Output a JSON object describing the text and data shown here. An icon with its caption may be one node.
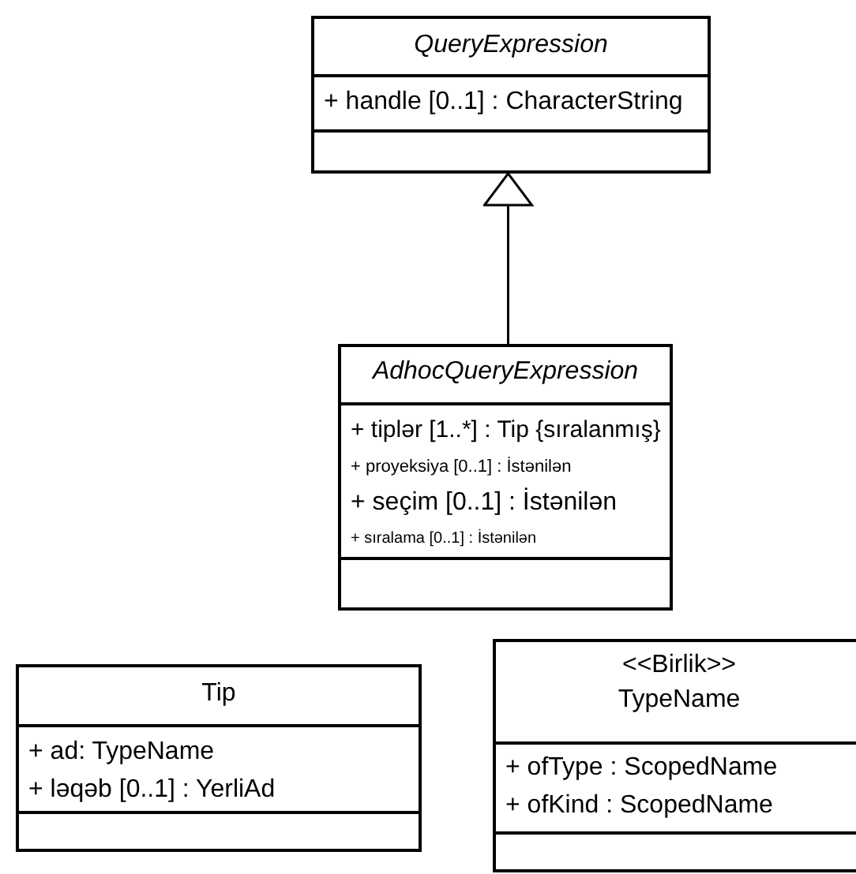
{
  "diagram": {
    "nodes": [
      {
        "text": [
          "QueryExpression",
          "+ handle [0..1] : CharacterString"
        ]
      },
      {
        "text": [
          "AdhocQueryExpression",
          "+ tiplər [1..*] : Tip {sıralanmış}",
          "+ proyeksiya [0..1] : İstənilən",
          "+ seçim [0..1] : İstənilən",
          "+ sıralama [0..1] : İstənilən"
        ]
      },
      {
        "text": [
          "Tip",
          "+ ad: TypeName",
          "+ ləqəb [0..1] : YerliAd"
        ]
      },
      {
        "text": [
          "<<Birlik>>",
          "TypeName",
          "+ ofType : ScopedName",
          "+ ofKind : ScopedName"
        ]
      }
    ],
    "edges": [
      {
        "from": 1,
        "to": 0,
        "arrow": "to"
      }
    ]
  }
}
